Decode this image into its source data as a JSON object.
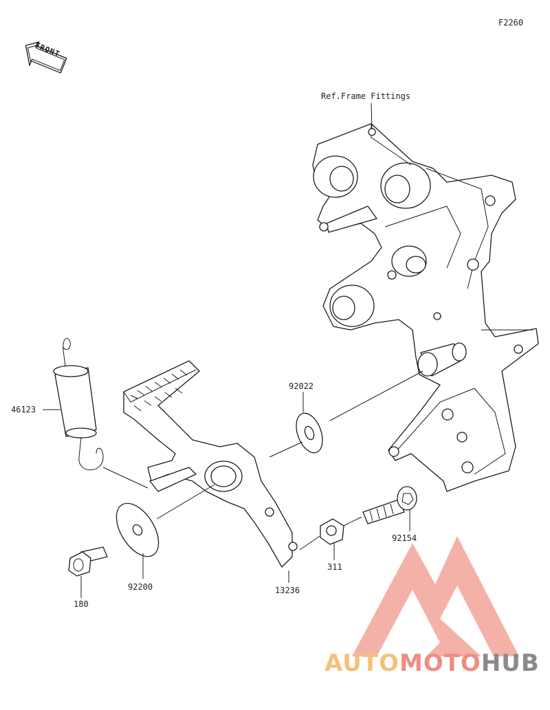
{
  "diagram_code": "F2260",
  "front_label": "FRONT",
  "ref_label": "Ref.Frame Fittings",
  "parts": [
    {
      "id": "46123"
    },
    {
      "id": "92022"
    },
    {
      "id": "92200"
    },
    {
      "id": "13236"
    },
    {
      "id": "180"
    },
    {
      "id": "311"
    },
    {
      "id": "92154"
    }
  ],
  "watermark": {
    "part1": "AUTO",
    "part2": "MOTO",
    "part3": "HUB"
  },
  "colors": {
    "line": "#1a1a1a",
    "watermark_orange": "#f5c07a",
    "watermark_red": "#ee8d82",
    "watermark_grey": "#8a8a8a"
  }
}
